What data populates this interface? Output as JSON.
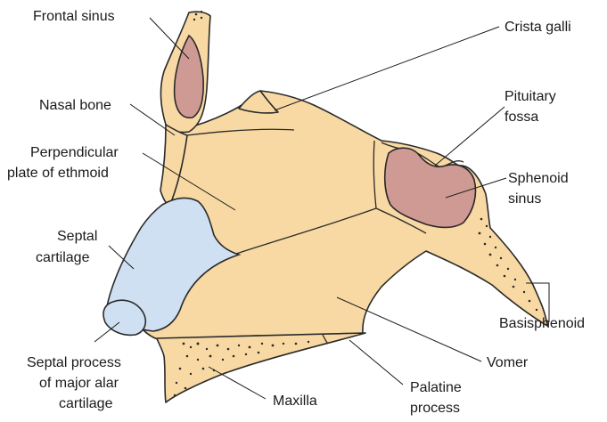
{
  "labels": {
    "frontal_sinus": "Frontal sinus",
    "crista_galli": "Crista galli",
    "pituitary_fossa_1": "Pituitary",
    "pituitary_fossa_2": "fossa",
    "nasal_bone": "Nasal bone",
    "perpendicular_plate_1": "Perpendicular",
    "perpendicular_plate_2": "plate of ethmoid",
    "sphenoid_sinus_1": "Sphenoid",
    "sphenoid_sinus_2": "sinus",
    "septal_cartilage_1": "Septal",
    "septal_cartilage_2": "cartilage",
    "basisphenoid": "Basisphenoid",
    "septal_process_1": "Septal process",
    "septal_process_2": "of major alar",
    "septal_process_3": "cartilage",
    "vomer": "Vomer",
    "maxilla": "Maxilla",
    "palatine_process_1": "Palatine",
    "palatine_process_2": "process"
  },
  "colors": {
    "bone": "#f8d9a4",
    "sinus": "#cf9a94",
    "cartilage": "#cfe0f3",
    "outline": "#2a2a2a"
  }
}
